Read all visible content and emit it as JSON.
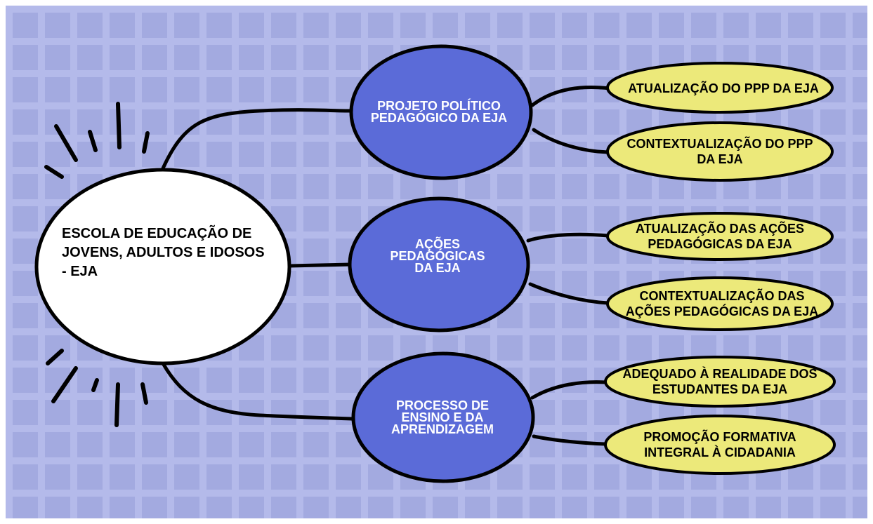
{
  "central": {
    "label": "ESCOLA DE EDUCAÇÃO DE JOVENS, ADULTOS E IDOSOS - EJA"
  },
  "branches": [
    {
      "label": "PROJETO POLÍTICO PEDAGÓGICO DA EJA",
      "leaves": [
        "ATUALIZAÇÃO DO PPP DA EJA",
        "CONTEXTUALIZAÇÃO DO PPP DA EJA"
      ]
    },
    {
      "label": "AÇÕES PEDAGÓGICAS DA EJA",
      "leaves": [
        "ATUALIZAÇÃO DAS AÇÕES PEDAGÓGICAS DA EJA",
        "CONTEXTUALIZAÇÃO DAS AÇÕES PEDAGÓGICAS DA EJA"
      ]
    },
    {
      "label": "PROCESSO DE ENSINO E DA APRENDIZAGEM",
      "leaves": [
        "ADEQUADO À REALIDADE DOS ESTUDANTES DA EJA",
        "PROMOÇÃO FORMATIVA INTEGRAL À CIDADANIA"
      ]
    }
  ],
  "colors": {
    "background": "#a3aae0",
    "grid": "#b4baea",
    "central_fill": "#ffffff",
    "branch_fill": "#5b6bd8",
    "leaf_fill": "#ece97a",
    "stroke": "#000000"
  }
}
